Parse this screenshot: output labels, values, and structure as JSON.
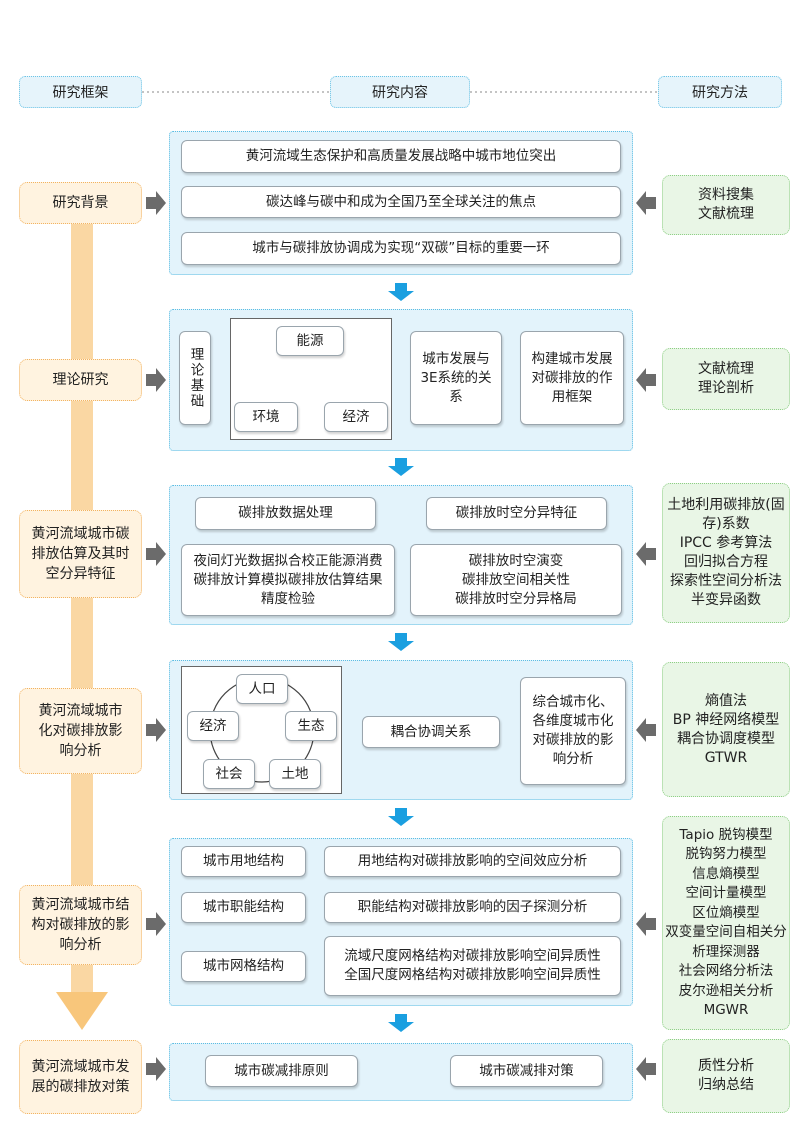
{
  "headers": {
    "framework": "研究框架",
    "content": "研究内容",
    "method": "研究方法"
  },
  "background": {
    "left": "研究背景",
    "items": [
      "黄河流域生态保护和高质量发展战略中城市地位突出",
      "碳达峰与碳中和成为全国乃至全球关注的焦点",
      "城市与碳排放协调成为实现“双碳”目标的重要一环"
    ],
    "methods": [
      "资料搜集",
      "文献梳理"
    ]
  },
  "theory": {
    "left": "理论研究",
    "basis": "理论基础",
    "nodes": {
      "energy": "能源",
      "environment": "环境",
      "economy": "经济"
    },
    "box1": "城市发展与3E系统的关系",
    "box2": "构建城市发展对碳排放的作用框架",
    "methods": [
      "文献梳理",
      "理论剖析"
    ]
  },
  "estimation": {
    "left": "黄河流域城市碳排放估算及其时空分异特征",
    "proc_title": "碳排放数据处理",
    "proc_items": "夜间灯光数据拟合校正能源消费碳排放计算模拟碳排放估算结果精度检验",
    "st_title": "碳排放时空分异特征",
    "st_items": [
      "碳排放时空演变",
      "碳排放空间相关性",
      "碳排放时空分异格局"
    ],
    "methods": [
      "土地利用碳排放(固存)系数",
      "IPCC 参考算法",
      "回归拟合方程",
      "探索性空间分析法",
      "半变异函数"
    ]
  },
  "urbanization": {
    "left": "黄河流域城市化对碳排放影响分析",
    "nodes": {
      "population": "人口",
      "economy": "经济",
      "ecology": "生态",
      "society": "社会",
      "land": "土地"
    },
    "coupling": "耦合协调关系",
    "result": "综合城市化、各维度城市化对碳排放的影响分析",
    "methods": [
      "熵值法",
      "BP 神经网络模型",
      "耦合协调度模型",
      "GTWR"
    ]
  },
  "structure": {
    "left": "黄河流域城市结构对碳排放的影响分析",
    "rows": [
      {
        "name": "城市用地结构",
        "effect": [
          "用地结构对碳排放影响的空间效应分析"
        ]
      },
      {
        "name": "城市职能结构",
        "effect": [
          "职能结构对碳排放影响的因子探测分析"
        ]
      },
      {
        "name": "城市网格结构",
        "effect": [
          "流域尺度网格结构对碳排放影响空间异质性",
          "全国尺度网格结构对碳排放影响空间异质性"
        ]
      }
    ],
    "methods": [
      "Tapio 脱钩模型",
      "脱钩努力模型",
      "信息熵模型",
      "空间计量模型",
      "区位熵模型",
      "双变量空间自相关分",
      "析理探测器",
      "社会网络分析法",
      "皮尔逊相关分析",
      "MGWR"
    ]
  },
  "policy": {
    "left": "黄河流域城市发展的碳排放对策",
    "principle": "城市碳减排原则",
    "measures": "城市碳减排对策",
    "methods": [
      "质性分析",
      "归纳总结"
    ]
  },
  "colors": {
    "blue_border": "#5bbde3",
    "blue_fill": "#e3f3fb",
    "orange_fill": "#fff3e0",
    "green_fill": "#e9f6e6",
    "arrow_blue": "#1a9fe0",
    "arrow_orange": "#f8c67b",
    "arrow_gray": "#6b6b6b"
  }
}
